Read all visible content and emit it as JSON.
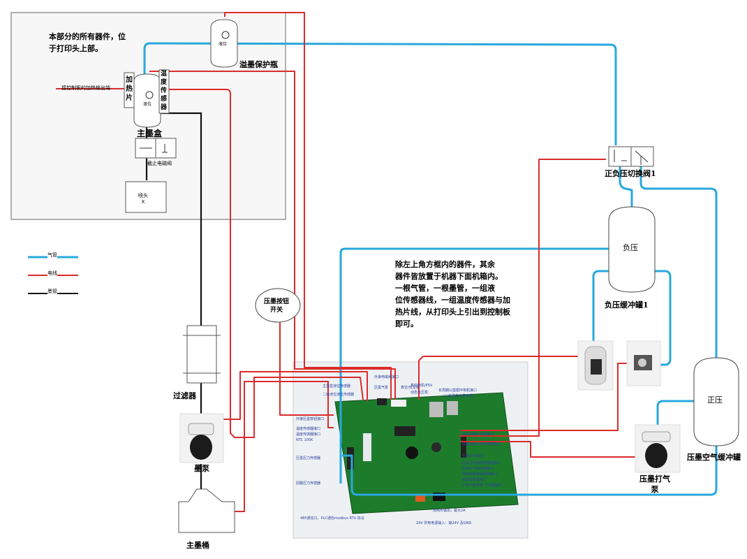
{
  "top_note": "本部分的所有器件，位\n于打印头上部。",
  "overflow_bottle": {
    "label": "溢墨保护瓶",
    "level": "液位"
  },
  "main_ink_box": {
    "label": "主墨盒",
    "level": "液位"
  },
  "heater": {
    "label": "加\n热\n片"
  },
  "temp_sensor": {
    "label": "温\n度\n传\n感\n器"
  },
  "heater_feed": "接控制板的加热输出端",
  "solenoid": {
    "label": "截止电磁阀"
  },
  "nozzle": {
    "label": "喷头\nX"
  },
  "legend": [
    {
      "label": "气管",
      "color": "#28a8dd"
    },
    {
      "label": "电线",
      "color": "#dc2b2b"
    },
    {
      "label": "墨管",
      "color": "#111111"
    }
  ],
  "switch_valve": {
    "label": "正负压切换阀1"
  },
  "negative_tank": {
    "label": "负压",
    "name": "负压缓冲罐1"
  },
  "positive_tank": {
    "label": "正压",
    "name": "压墨空气缓冲罐"
  },
  "press_button": {
    "label": "压墨按钮\n开关"
  },
  "filter": {
    "label": "过滤器"
  },
  "ink_pump": {
    "label": "墨泵"
  },
  "main_bucket": {
    "label": "主墨桶"
  },
  "air_pump": {
    "label": "压墨打气\n泵"
  },
  "middle_note": "除左上角方框内的器件，其余\n器件皆放置于机器下面机箱内。\n    一根气管，一根墨管，一组液\n位传感器线，一组温度传感器与加\n热片线，从打印头上引出到控制板\n即可。",
  "board_labels": {
    "l1": "外接电磁阀接口",
    "l2": "主墨盒液位传感器",
    "l3": "二级液位液位传感器",
    "l4": "压墨气泵",
    "l5": "真空/负压泵",
    "l6": "真空电机/P5V",
    "l7": "动态负压泵",
    "l8": "长周期公墨循环电机接口",
    "l9": "（二级墨盒日常供墨）",
    "l10": "外接压墨按钮接口",
    "l11": "温度传感器接口",
    "l12": "温度传感器接口",
    "l13": "NTC 100K",
    "l14": "压墨压力传感器",
    "l15": "回路压力传感器",
    "l16": "喷头加热片电源接口",
    "l17": "墨盒加热片日常电源接口",
    "l18": "主泵/24V接口",
    "l19": "正负压切换阀电磁阀接口",
    "l20": "压墨打气泵电源接口",
    "l21": "电控阀电磁阀控制接口",
    "l22": "吸墨泵电源接口",
    "l23": "产品气泵电源（可接墨泵）",
    "l24": "加热片输出，最大2A",
    "l25": "24V 供电电源输入：接24V 及GND",
    "l26": "485通信口，PLC通信modbus RTU 协议"
  }
}
